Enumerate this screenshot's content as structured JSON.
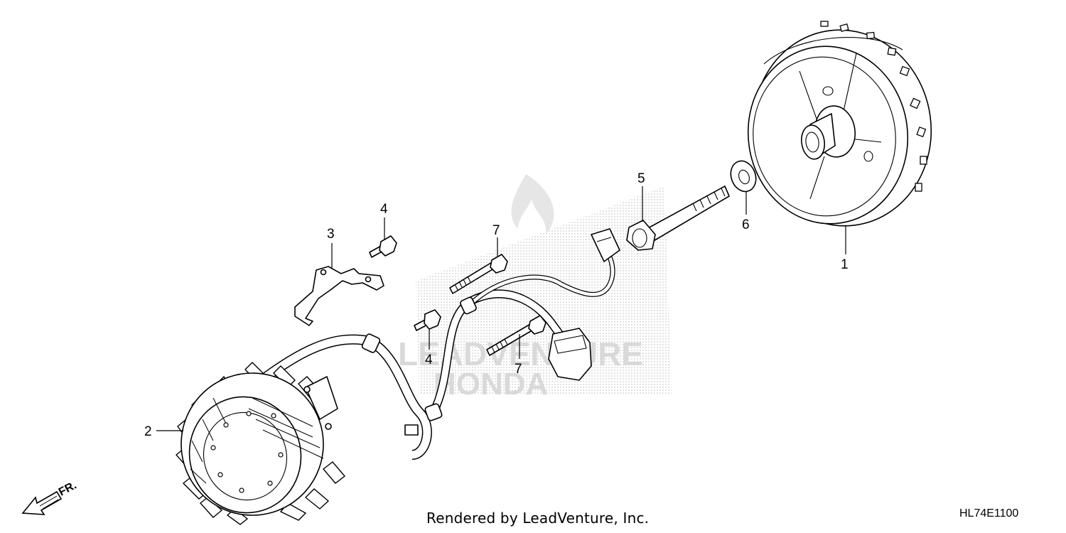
{
  "diagram": {
    "callouts": {
      "c1": "1",
      "c2": "2",
      "c3": "3",
      "c4a": "4",
      "c4b": "4",
      "c5": "5",
      "c6": "6",
      "c7a": "7",
      "c7b": "7"
    },
    "direction_label": "FR.",
    "watermark": {
      "line1": "LEADVENTURE",
      "line2": "HONDA"
    }
  },
  "footer": {
    "credit": "Rendered by LeadVenture, Inc.",
    "code": "HL74E1100"
  }
}
